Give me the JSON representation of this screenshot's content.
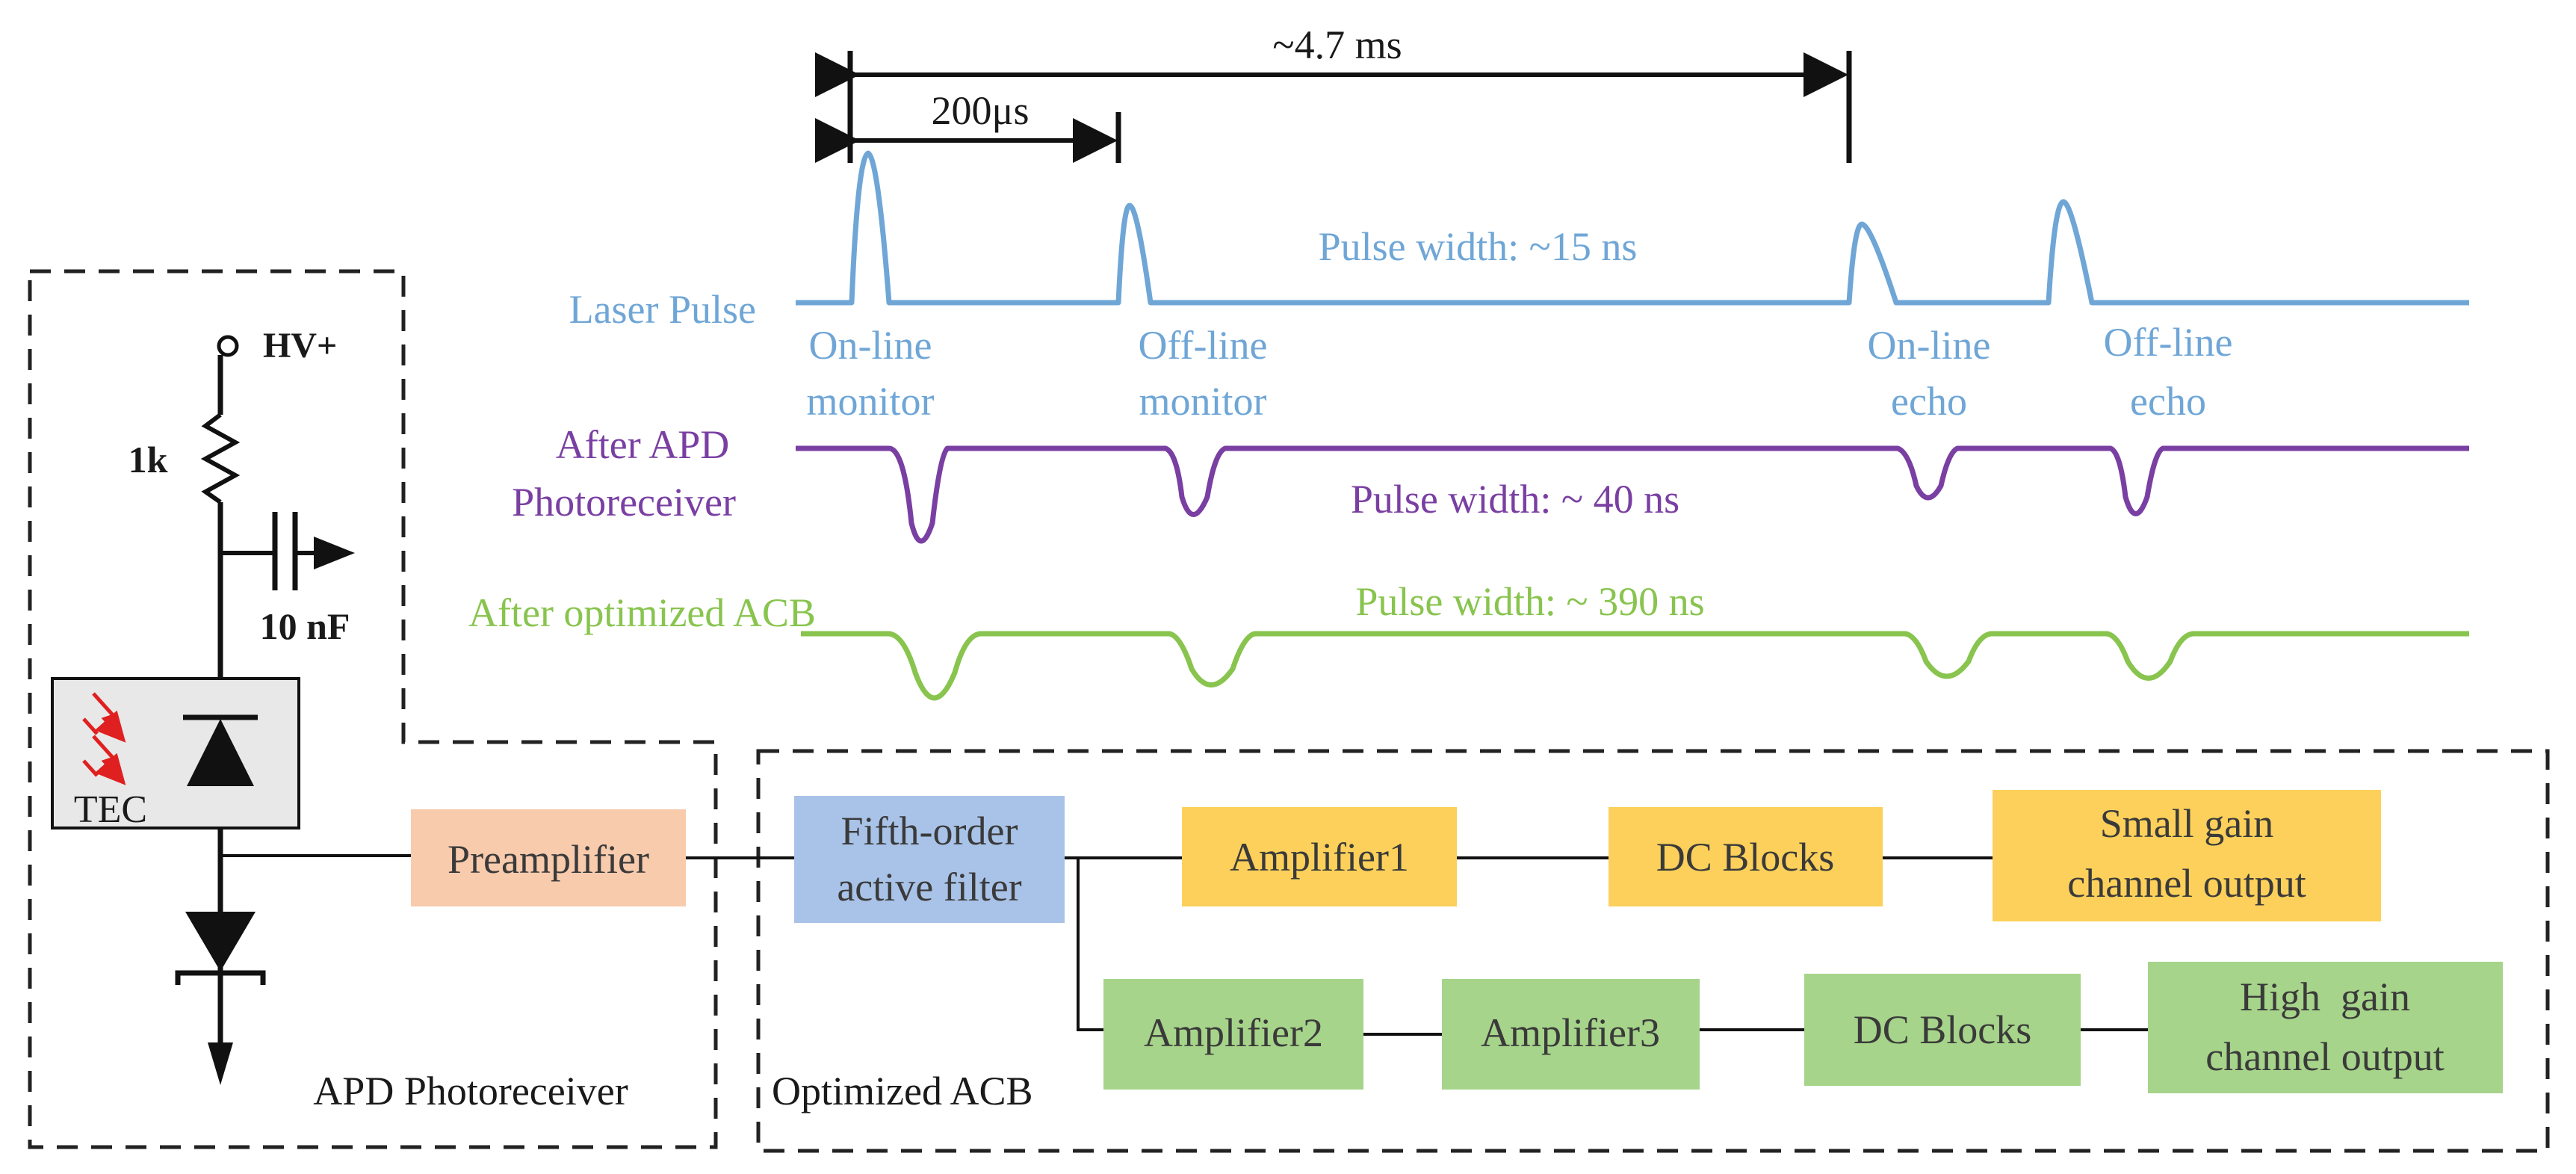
{
  "colors": {
    "laser": "#6fa6d6",
    "apd": "#7a3fa2",
    "acb": "#88c44e",
    "preamp_fill": "#f8cbad",
    "filter_fill": "#a9c3e8",
    "yellow_fill": "#fcd05a",
    "green_fill": "#a6d48a",
    "tec_fill": "#e8e8e8",
    "red_arrow": "#e02020"
  },
  "timing": {
    "total_period": "~4.7 ms",
    "delay": "200μs"
  },
  "signals": {
    "laser": {
      "label": "Laser Pulse",
      "width": "Pulse width: ~15 ns",
      "marks": {
        "online_monitor_l1": "On-line",
        "online_monitor_l2": "monitor",
        "offline_monitor_l1": "Off-line",
        "offline_monitor_l2": "monitor",
        "online_echo_l1": "On-line",
        "online_echo_l2": "echo",
        "offline_echo_l1": "Off-line",
        "offline_echo_l2": "echo"
      }
    },
    "apd": {
      "label_l1": "After APD",
      "label_l2": "Photoreceiver",
      "width": "Pulse width: ~ 40 ns"
    },
    "acb": {
      "label": "After optimized ACB",
      "width": "Pulse width: ~ 390 ns"
    }
  },
  "circuit": {
    "hv": "HV+",
    "resistor": "1k",
    "capacitor": "10 nF",
    "tec": "TEC",
    "apd_region": "APD Photoreceiver",
    "acb_region": "Optimized ACB"
  },
  "blocks": {
    "preamplifier": "Preamplifier",
    "filter_l1": "Fifth-order",
    "filter_l2": "active filter",
    "amplifier1": "Amplifier1",
    "dc_blocks_1": "DC Blocks",
    "small_gain_l1": "Small gain",
    "small_gain_l2": "channel output",
    "amplifier2": "Amplifier2",
    "amplifier3": "Amplifier3",
    "dc_blocks_2": "DC Blocks",
    "high_gain_l1": "High  gain",
    "high_gain_l2": "channel output"
  }
}
